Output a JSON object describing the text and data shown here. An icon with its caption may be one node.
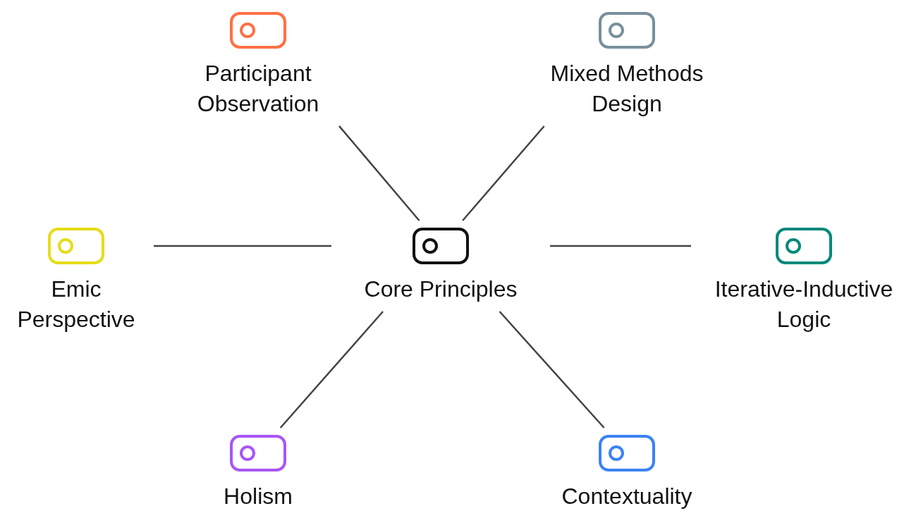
{
  "diagram": {
    "nodes": [
      {
        "text": [
          "Core Principles"
        ]
      },
      {
        "text": [
          "Participant Observation"
        ]
      },
      {
        "text": [
          "Mixed Methods Design"
        ]
      },
      {
        "text": [
          "Emic Perspective"
        ]
      },
      {
        "text": [
          "Iterative-Inductive Logic"
        ]
      },
      {
        "text": [
          "Holism"
        ]
      },
      {
        "text": [
          "Contextuality"
        ]
      }
    ],
    "edges": [
      {
        "from": 0,
        "to": 1,
        "arrow": "none"
      },
      {
        "from": 0,
        "to": 2,
        "arrow": "none"
      },
      {
        "from": 0,
        "to": 3,
        "arrow": "none"
      },
      {
        "from": 0,
        "to": 4,
        "arrow": "none"
      },
      {
        "from": 0,
        "to": 5,
        "arrow": "none"
      },
      {
        "from": 0,
        "to": 6,
        "arrow": "none"
      }
    ]
  }
}
